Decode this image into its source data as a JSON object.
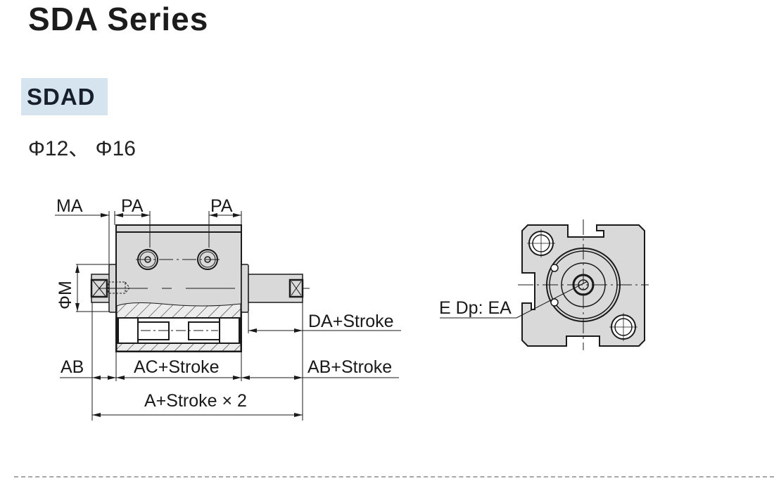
{
  "page": {
    "title": "SDA Series",
    "model": "SDAD",
    "bore_sizes": "Φ12、 Φ16"
  },
  "side_view": {
    "labels": {
      "ma": "MA",
      "pa_left": "PA",
      "pa_right": "PA",
      "phi_m": "ΦM",
      "da_stroke": "DA+Stroke",
      "ab": "AB",
      "ac_stroke": "AC+Stroke",
      "ab_stroke": "AB+Stroke",
      "a_stroke_x2": "A+Stroke × 2"
    }
  },
  "end_view": {
    "labels": {
      "thread": "E Dp: EA"
    }
  },
  "colors": {
    "body_fill": "#d9d9d9",
    "line": "#1a1a1a",
    "tag_bg": "#d6e4ef",
    "divider": "#a8a8a8"
  }
}
